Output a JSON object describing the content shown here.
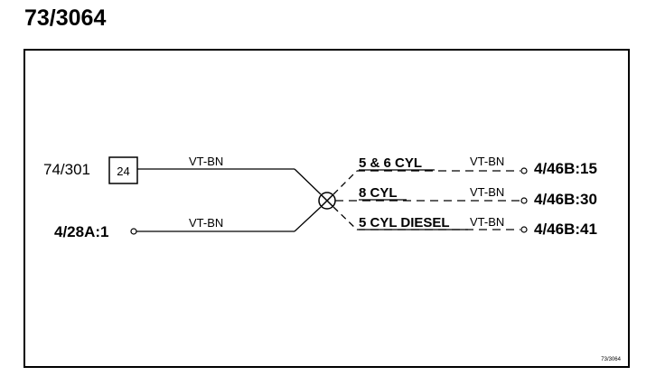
{
  "title": "73/3064",
  "ref_code": "73/3064",
  "left": {
    "top_connector_ref": "74/301",
    "top_connector_pin": "24",
    "bottom_terminal": "4/28A:1",
    "top_wire_color": "VT-BN",
    "bottom_wire_color": "VT-BN"
  },
  "branches": [
    {
      "condition": "5 & 6 CYL",
      "wire_color": "VT-BN",
      "terminal": "4/46B:15"
    },
    {
      "condition": "8 CYL",
      "wire_color": "VT-BN",
      "terminal": "4/46B:30"
    },
    {
      "condition": "5 CYL DIESEL",
      "wire_color": "VT-BN",
      "terminal": "4/46B:41"
    }
  ],
  "colors": {
    "line": "#000000",
    "background": "#ffffff"
  }
}
